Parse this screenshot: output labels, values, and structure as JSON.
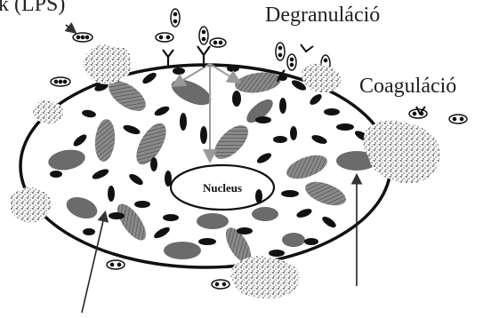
{
  "labels": {
    "lps": "k (LPS)",
    "degranulation": "Degranuláció",
    "coagulation": "Coaguláció",
    "nucleus": "Nucleus"
  },
  "colors": {
    "stroke": "#111111",
    "gray_fill": "#6b6b6b",
    "arrow_gray": "#9a9a9a"
  }
}
